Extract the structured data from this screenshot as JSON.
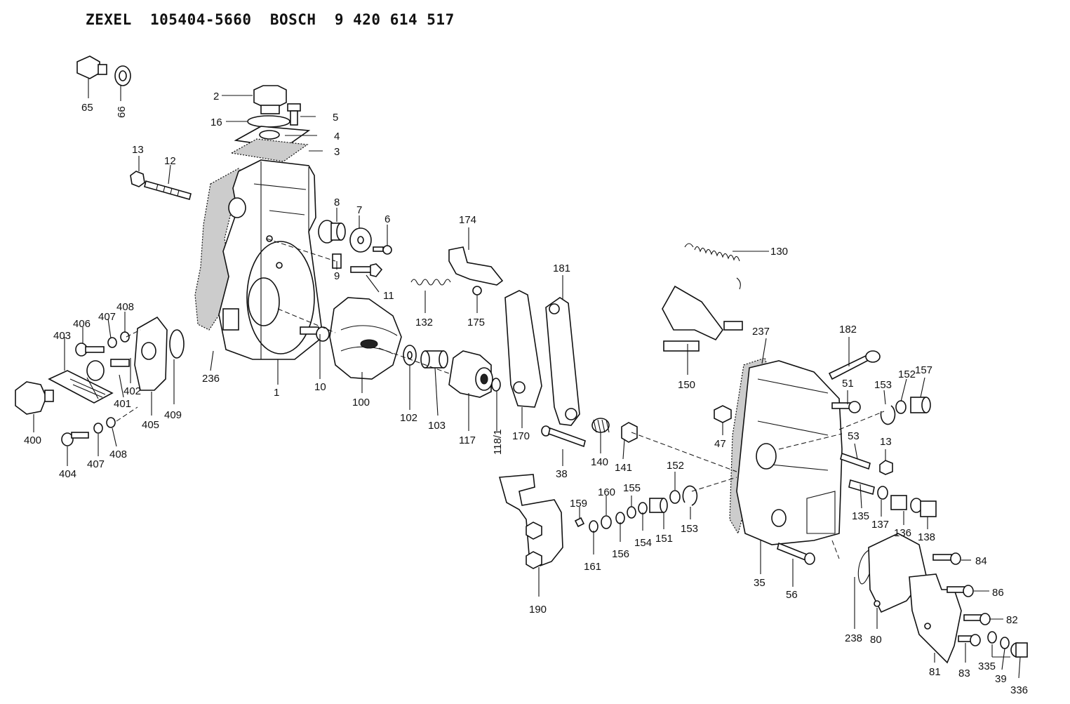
{
  "header": {
    "text": "ZEXEL  105404-5660  BOSCH  9 420 614 517"
  },
  "parts": {
    "p1": "1",
    "p2": "2",
    "p3": "3",
    "p4": "4",
    "p5": "5",
    "p6": "6",
    "p7": "7",
    "p8": "8",
    "p9": "9",
    "p10": "10",
    "p11": "11",
    "p12": "12",
    "p13a": "13",
    "p13b": "13",
    "p16": "16",
    "p35": "35",
    "p38": "38",
    "p39": "39",
    "p47": "47",
    "p51": "51",
    "p53": "53",
    "p56": "56",
    "p65": "65",
    "p66": "66",
    "p80": "80",
    "p81": "81",
    "p82": "82",
    "p83": "83",
    "p84": "84",
    "p86": "86",
    "p100": "100",
    "p102": "102",
    "p103": "103",
    "p117": "117",
    "p118_1": "118/1",
    "p130": "130",
    "p132": "132",
    "p135": "135",
    "p136": "136",
    "p137": "137",
    "p138": "138",
    "p140": "140",
    "p141": "141",
    "p150": "150",
    "p151": "151",
    "p152a": "152",
    "p152b": "152",
    "p153a": "153",
    "p153b": "153",
    "p154": "154",
    "p155": "155",
    "p156": "156",
    "p157": "157",
    "p159": "159",
    "p160": "160",
    "p161": "161",
    "p170": "170",
    "p174": "174",
    "p175": "175",
    "p181": "181",
    "p182": "182",
    "p190": "190",
    "p236": "236",
    "p237": "237",
    "p238": "238",
    "p335": "335",
    "p336": "336",
    "p400": "400",
    "p401": "401",
    "p402": "402",
    "p403": "403",
    "p404": "404",
    "p405": "405",
    "p406": "406",
    "p407a": "407",
    "p407b": "407",
    "p408a": "408",
    "p408b": "408",
    "p409": "409"
  }
}
